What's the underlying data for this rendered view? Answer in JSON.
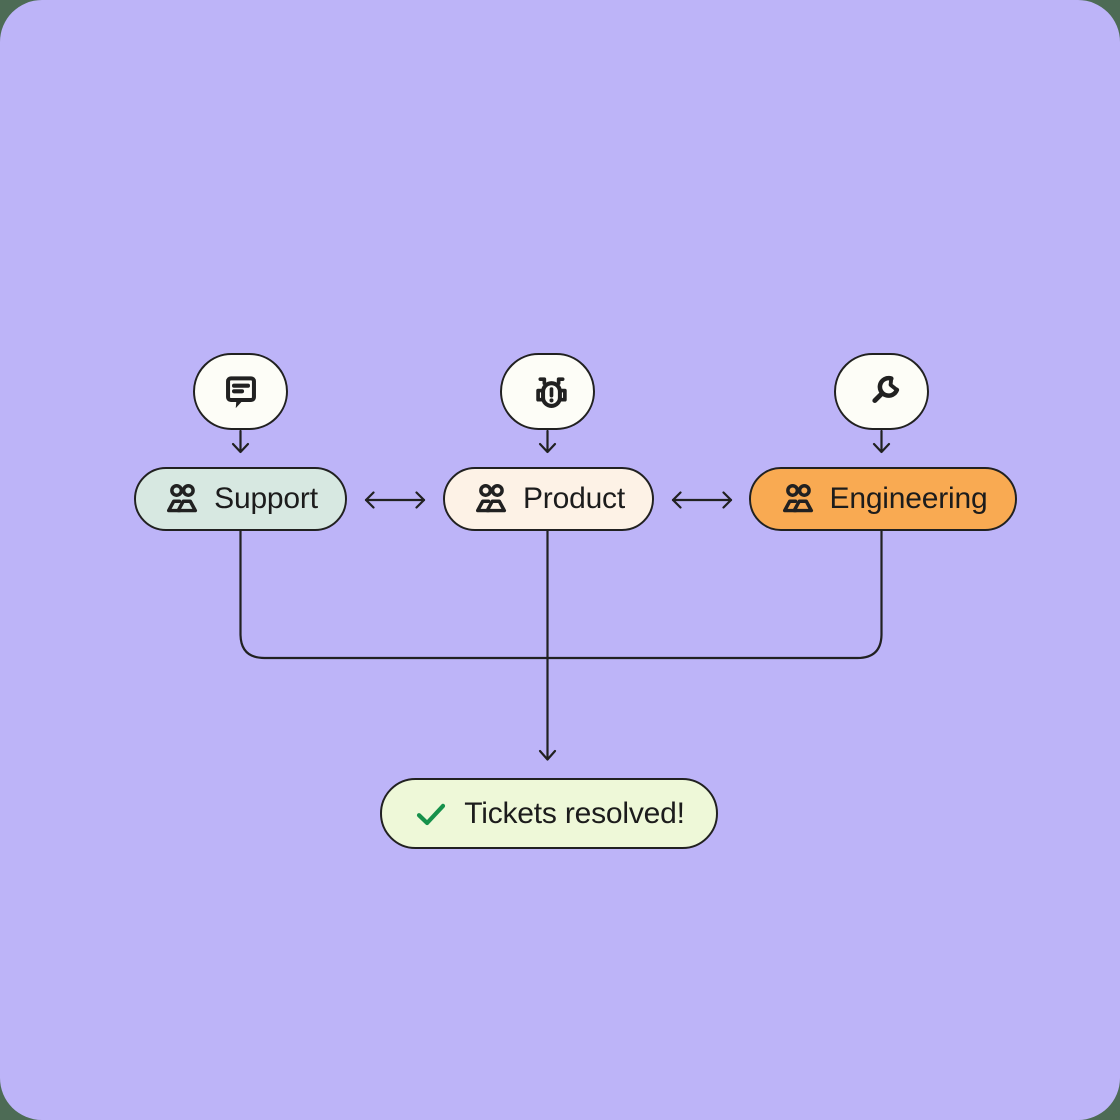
{
  "diagram": {
    "background_outer": "#4d6b55",
    "background_panel": "#bdb4f8",
    "line_color": "#212121",
    "badge_fill": "#fdfdf7",
    "badges": [
      {
        "icon": "chat-icon"
      },
      {
        "icon": "bug-icon"
      },
      {
        "icon": "wrench-icon"
      }
    ],
    "teams": [
      {
        "label": "Support",
        "icon": "users-icon",
        "fill": "#d7e8e1"
      },
      {
        "label": "Product",
        "icon": "users-icon",
        "fill": "#fdf2e6"
      },
      {
        "label": "Engineering",
        "icon": "users-icon",
        "fill": "#f9aa52"
      }
    ],
    "result": {
      "label": "Tickets resolved!",
      "icon": "check-icon",
      "fill": "#eef8d8",
      "check_color": "#16914b"
    }
  }
}
